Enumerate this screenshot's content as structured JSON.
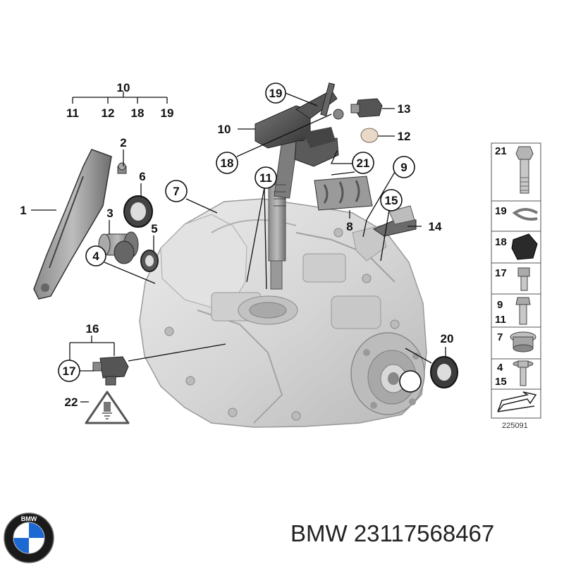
{
  "title": "BMW 23117568467",
  "brand": {
    "name": "BMW",
    "logo_letters": "BMW",
    "blue": "#1c69d4",
    "ring": "#1a1a1a"
  },
  "reference_number": "225091",
  "callouts": {
    "c1": "1",
    "c2": "2",
    "c3": "3",
    "c4": "4",
    "c5": "5",
    "c6": "6",
    "c7": "7",
    "c8": "8",
    "c9": "9",
    "c10": "10",
    "c10b": "10",
    "c11": "11",
    "c11b": "11",
    "c12": "12",
    "c12b": "12",
    "c13": "13",
    "c14": "14",
    "c15": "15",
    "c16": "16",
    "c17": "17",
    "c18": "18",
    "c18b": "18",
    "c19": "19",
    "c19b": "19",
    "c20": "20",
    "c21": "21",
    "c22": "22"
  },
  "legend": [
    {
      "num": "21",
      "item": "bolt"
    },
    {
      "num": "19",
      "item": "circlip"
    },
    {
      "num": "18",
      "item": "rubber-mount"
    },
    {
      "num": "17",
      "item": "socket-screw"
    },
    {
      "num": "9",
      "num2": "11",
      "item": "hex-bolt"
    },
    {
      "num": "7",
      "item": "plug"
    },
    {
      "num": "4",
      "num2": "15",
      "item": "flange-bolt"
    },
    {
      "num": "",
      "item": "direction-arrow"
    }
  ]
}
